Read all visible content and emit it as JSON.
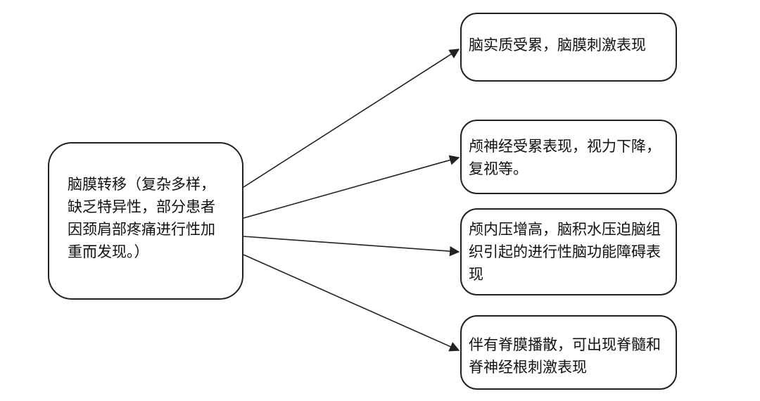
{
  "source": {
    "text": "脑膜转移（复杂多样，缺乏特异性，部分患者因颈肩部疼痛进行性加重而发现。）"
  },
  "targets": [
    {
      "text": "脑实质受累，脑膜刺激表现"
    },
    {
      "text": "颅神经受累表现，视力下降，复视等。"
    },
    {
      "text": "颅内压增高，脑积水压迫脑组织引起的进行性脑功能障碍表现"
    },
    {
      "text": "伴有脊膜播散，可出现脊髓和脊神经根刺激表现"
    }
  ],
  "colors": {
    "stroke": "#222222",
    "text": "#111111",
    "background": "#ffffff"
  }
}
